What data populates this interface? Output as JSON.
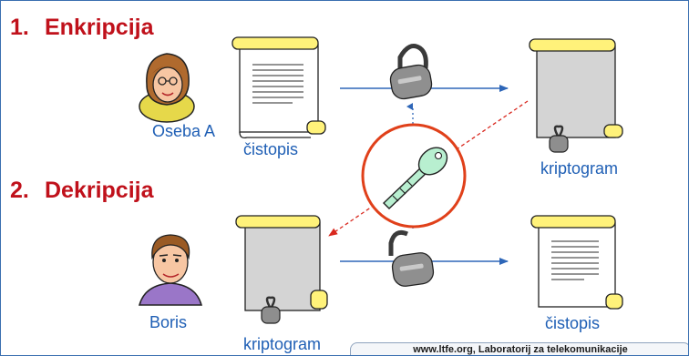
{
  "steps": [
    {
      "number": "1.",
      "title": "Enkripcija"
    },
    {
      "number": "2.",
      "title": "Dekripcija"
    }
  ],
  "persons": {
    "sender": "Oseba A",
    "receiver": "Boris"
  },
  "documents": {
    "plaintext_top": "čistopis",
    "ciphertext_top": "kriptogram",
    "ciphertext_bottom": "kriptogram",
    "plaintext_bottom": "čistopis"
  },
  "footer": "www.ltfe.org, Laboratorij za telekomunikacije",
  "colors": {
    "heading": "#c0111b",
    "label": "#1f5fb5",
    "arrow": "#2e66b8",
    "dashed": "#d9281e",
    "key_circle": "#e0401a",
    "scroll_yellow": "#fff27a",
    "key_green": "#b8efd0"
  }
}
